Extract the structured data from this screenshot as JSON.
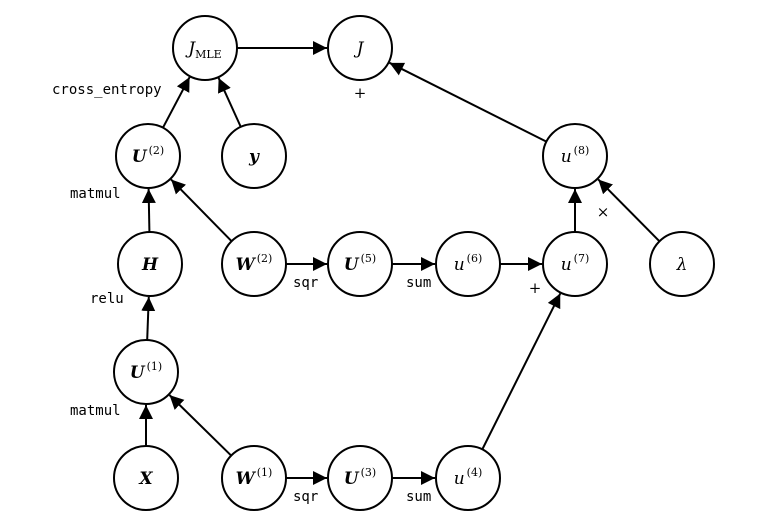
{
  "nodes": [
    {
      "id": "jmle",
      "main": "J",
      "sub": "MLE",
      "sup": "",
      "bold": false
    },
    {
      "id": "j",
      "main": "J",
      "sub": "",
      "sup": "",
      "bold": false
    },
    {
      "id": "u2",
      "main": "U",
      "sub": "",
      "sup": "(2)",
      "bold": true
    },
    {
      "id": "y",
      "main": "y",
      "sub": "",
      "sup": "",
      "bold": true
    },
    {
      "id": "u8",
      "main": "u",
      "sub": "",
      "sup": "(8)",
      "bold": false
    },
    {
      "id": "h",
      "main": "H",
      "sub": "",
      "sup": "",
      "bold": true
    },
    {
      "id": "w2",
      "main": "W",
      "sub": "",
      "sup": "(2)",
      "bold": true
    },
    {
      "id": "u5",
      "main": "U",
      "sub": "",
      "sup": "(5)",
      "bold": true
    },
    {
      "id": "u6",
      "main": "u",
      "sub": "",
      "sup": "(6)",
      "bold": false
    },
    {
      "id": "u7",
      "main": "u",
      "sub": "",
      "sup": "(7)",
      "bold": false
    },
    {
      "id": "lambda",
      "main": "λ",
      "sub": "",
      "sup": "",
      "bold": false
    },
    {
      "id": "u1",
      "main": "U",
      "sub": "",
      "sup": "(1)",
      "bold": true
    },
    {
      "id": "x",
      "main": "X",
      "sub": "",
      "sup": "",
      "bold": true
    },
    {
      "id": "w1",
      "main": "W",
      "sub": "",
      "sup": "(1)",
      "bold": true
    },
    {
      "id": "u3",
      "main": "U",
      "sub": "",
      "sup": "(3)",
      "bold": true
    },
    {
      "id": "u4",
      "main": "u",
      "sub": "",
      "sup": "(4)",
      "bold": false
    }
  ],
  "edges": [
    {
      "from": "jmle",
      "to": "j"
    },
    {
      "from": "u8",
      "to": "j"
    },
    {
      "from": "u2",
      "to": "jmle"
    },
    {
      "from": "y",
      "to": "jmle"
    },
    {
      "from": "h",
      "to": "u2"
    },
    {
      "from": "w2",
      "to": "u2"
    },
    {
      "from": "u1",
      "to": "h"
    },
    {
      "from": "x",
      "to": "u1"
    },
    {
      "from": "w1",
      "to": "u1"
    },
    {
      "from": "w2",
      "to": "u5"
    },
    {
      "from": "u5",
      "to": "u6"
    },
    {
      "from": "u6",
      "to": "u7"
    },
    {
      "from": "u7",
      "to": "u8"
    },
    {
      "from": "lambda",
      "to": "u8"
    },
    {
      "from": "w1",
      "to": "u3"
    },
    {
      "from": "u3",
      "to": "u4"
    },
    {
      "from": "u4",
      "to": "u7"
    }
  ],
  "labels": [
    {
      "id": "cross-entropy",
      "text": "cross_entropy",
      "kind": "op"
    },
    {
      "id": "plus-j",
      "text": "+",
      "kind": "sym"
    },
    {
      "id": "matmul-top",
      "text": "matmul",
      "kind": "op"
    },
    {
      "id": "relu",
      "text": "relu",
      "kind": "op"
    },
    {
      "id": "matmul-bottom",
      "text": "matmul",
      "kind": "op"
    },
    {
      "id": "sqr-top",
      "text": "sqr",
      "kind": "op"
    },
    {
      "id": "sum-top",
      "text": "sum",
      "kind": "op"
    },
    {
      "id": "plus-u7",
      "text": "+",
      "kind": "sym"
    },
    {
      "id": "times-u8",
      "text": "×",
      "kind": "sym"
    },
    {
      "id": "sqr-bottom",
      "text": "sqr",
      "kind": "op"
    },
    {
      "id": "sum-bottom",
      "text": "sum",
      "kind": "op"
    }
  ]
}
